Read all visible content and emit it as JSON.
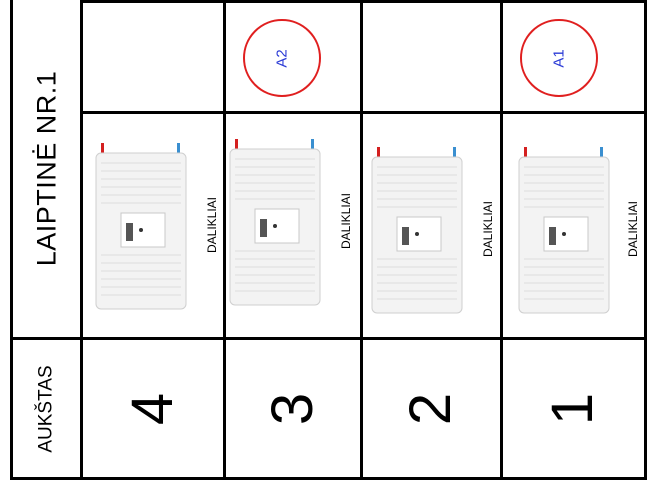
{
  "header": {
    "staircase_title": "LAIPTINĖ NR.1",
    "floor_header": "AUKŠTAS"
  },
  "floors": [
    {
      "number": "4",
      "apartment": "",
      "meter_label": "DALIKLIAI"
    },
    {
      "number": "3",
      "apartment": "A2",
      "meter_label": "DALIKLIAI"
    },
    {
      "number": "2",
      "apartment": "",
      "meter_label": "DALIKLIAI"
    },
    {
      "number": "1",
      "apartment": "A1",
      "meter_label": "DALIKLIAI"
    }
  ],
  "colors": {
    "grid": "#000000",
    "apartment_circle": "#e01f1f",
    "apartment_text": "#2a3ad6",
    "hot_pipe": "#d42020",
    "cold_pipe": "#3a8fd0"
  },
  "icons": {
    "radiator": "radiator-with-heat-cost-allocator-icon"
  }
}
